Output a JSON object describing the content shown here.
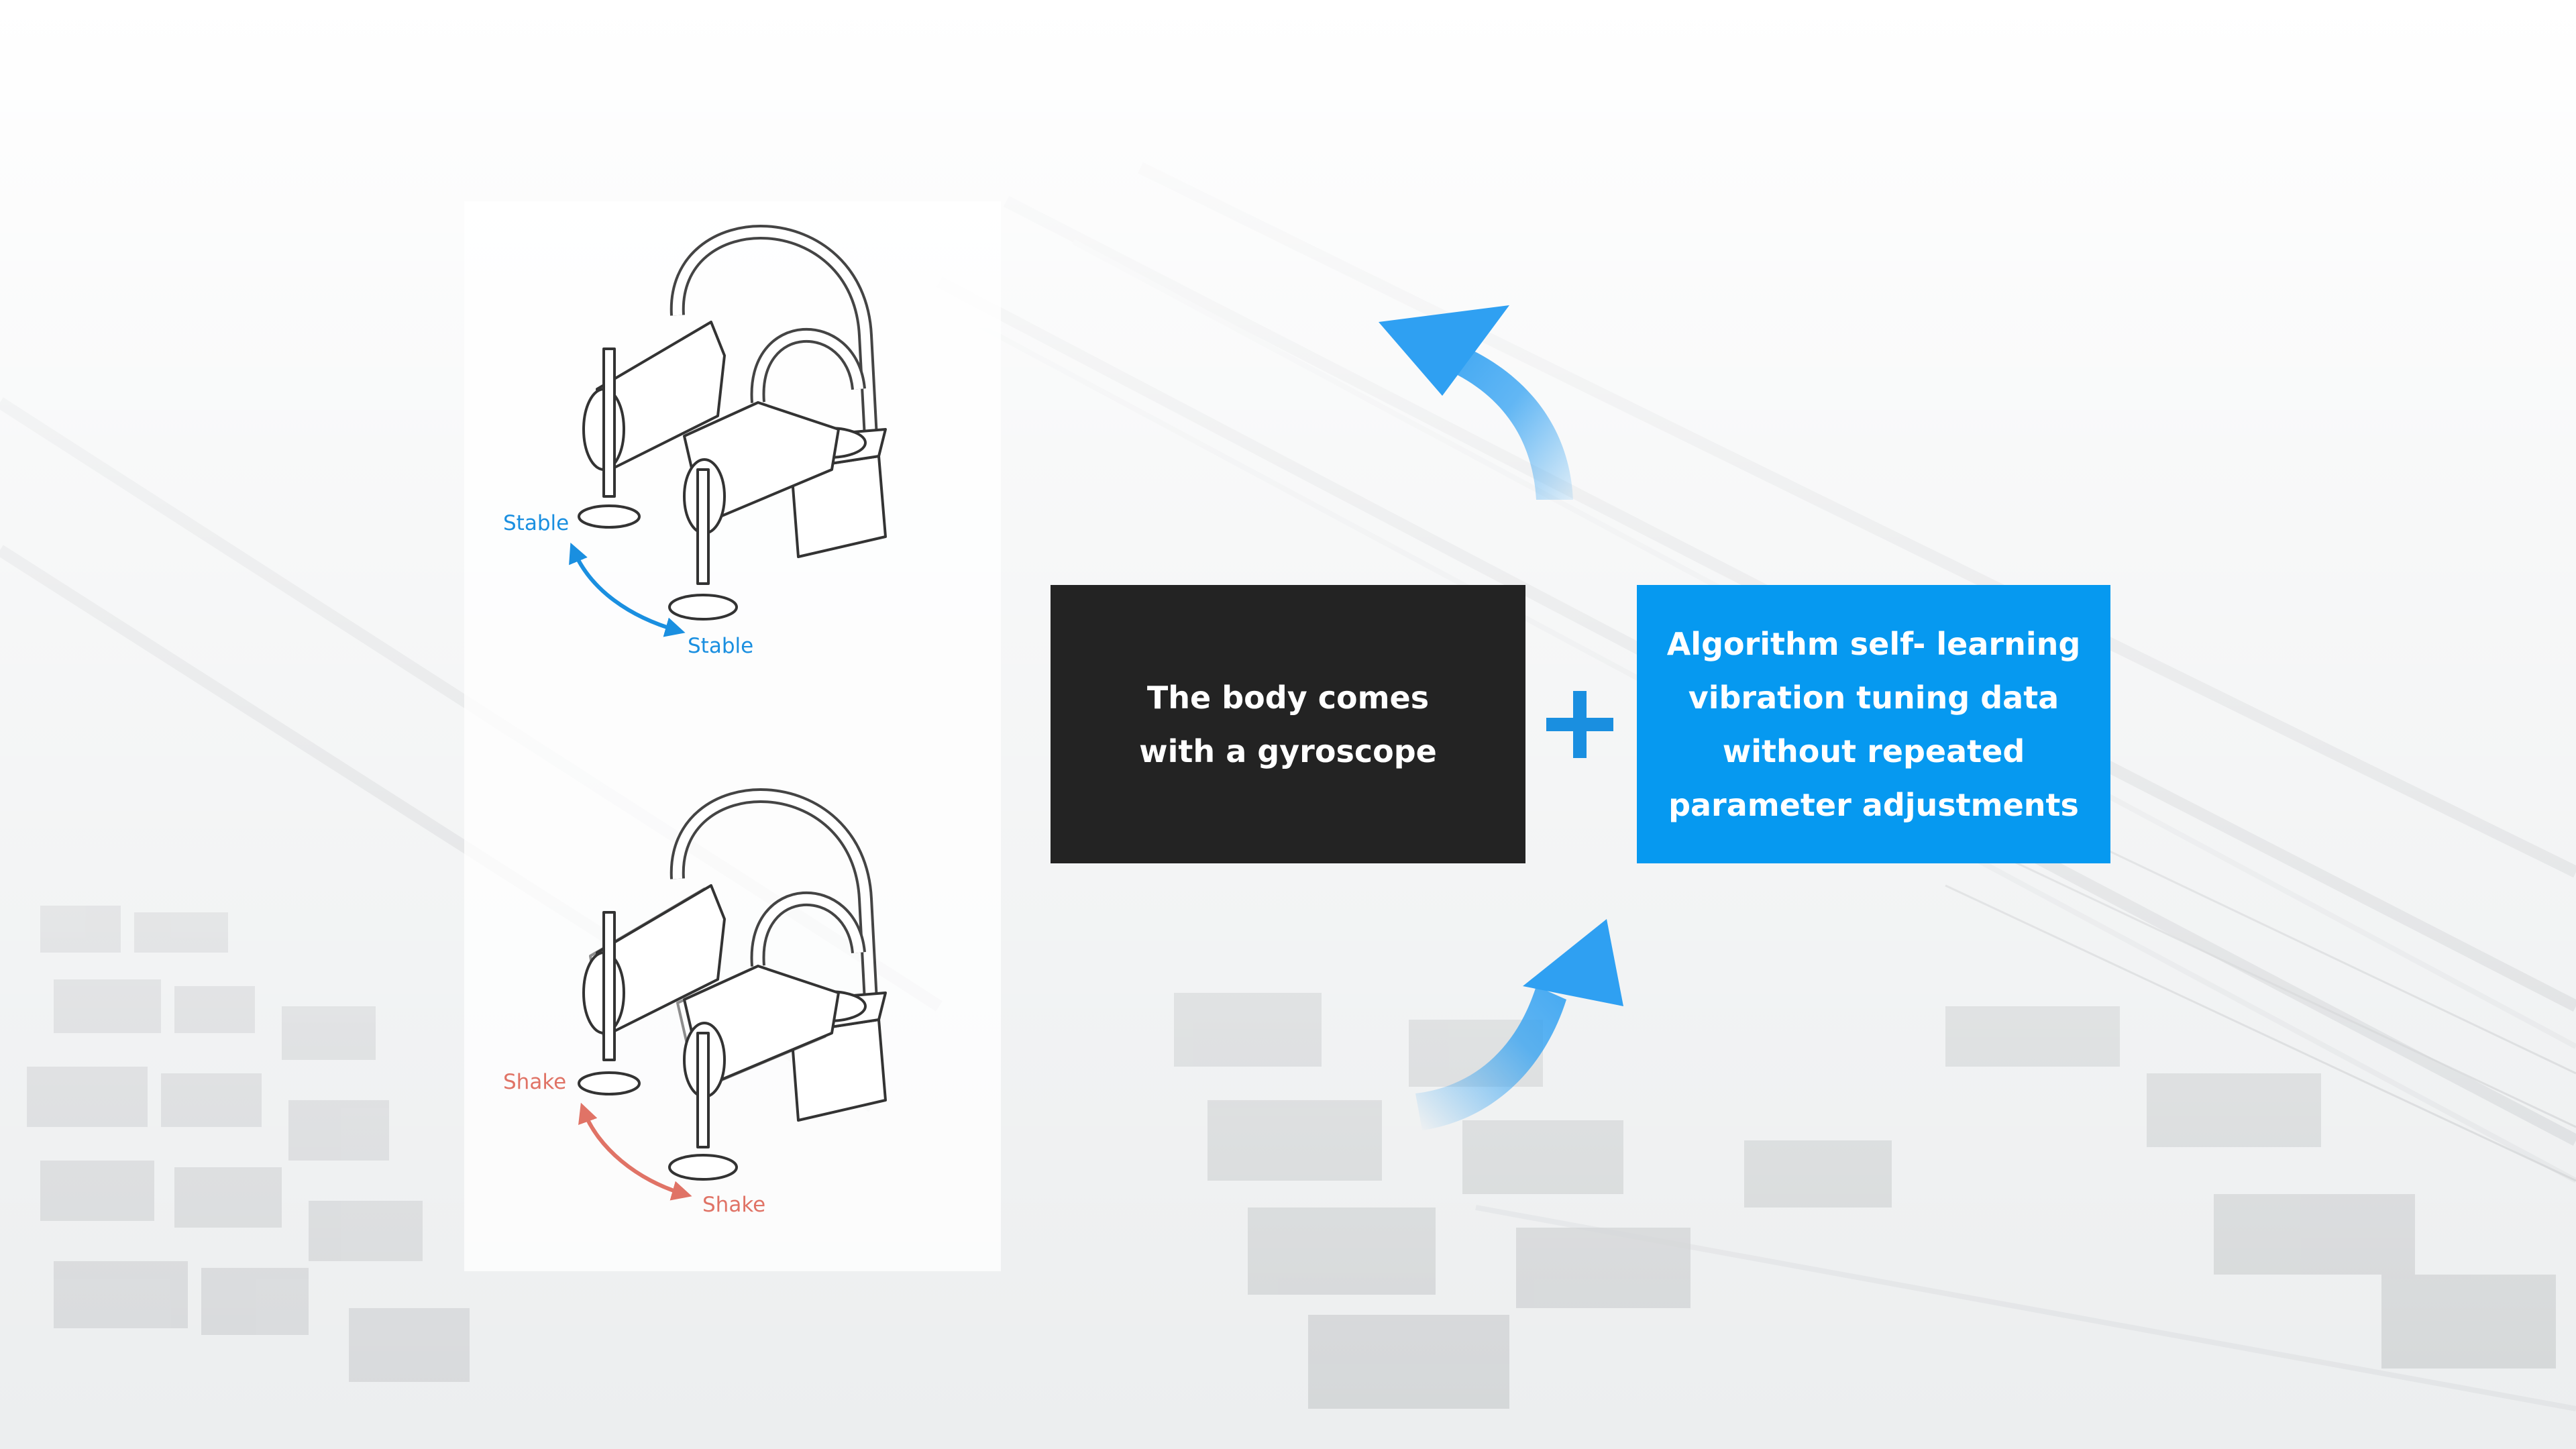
{
  "diagram": {
    "gyro_box": {
      "lines": [
        "The body comes",
        "with a gyroscope"
      ],
      "color": "#232323"
    },
    "algorithm_box": {
      "lines": [
        "Algorithm self- learning",
        "vibration tuning data",
        "without repeated",
        "parameter adjustments"
      ],
      "color": "#0699f0"
    },
    "operator": "+",
    "robots": {
      "top": {
        "label_a": "Stable",
        "label_b": "Stable",
        "color": "#1a8fe0"
      },
      "bottom": {
        "label_a": "Shake",
        "label_b": "Shake",
        "color": "#e07366"
      }
    },
    "accent_color": "#2fa0f2"
  }
}
